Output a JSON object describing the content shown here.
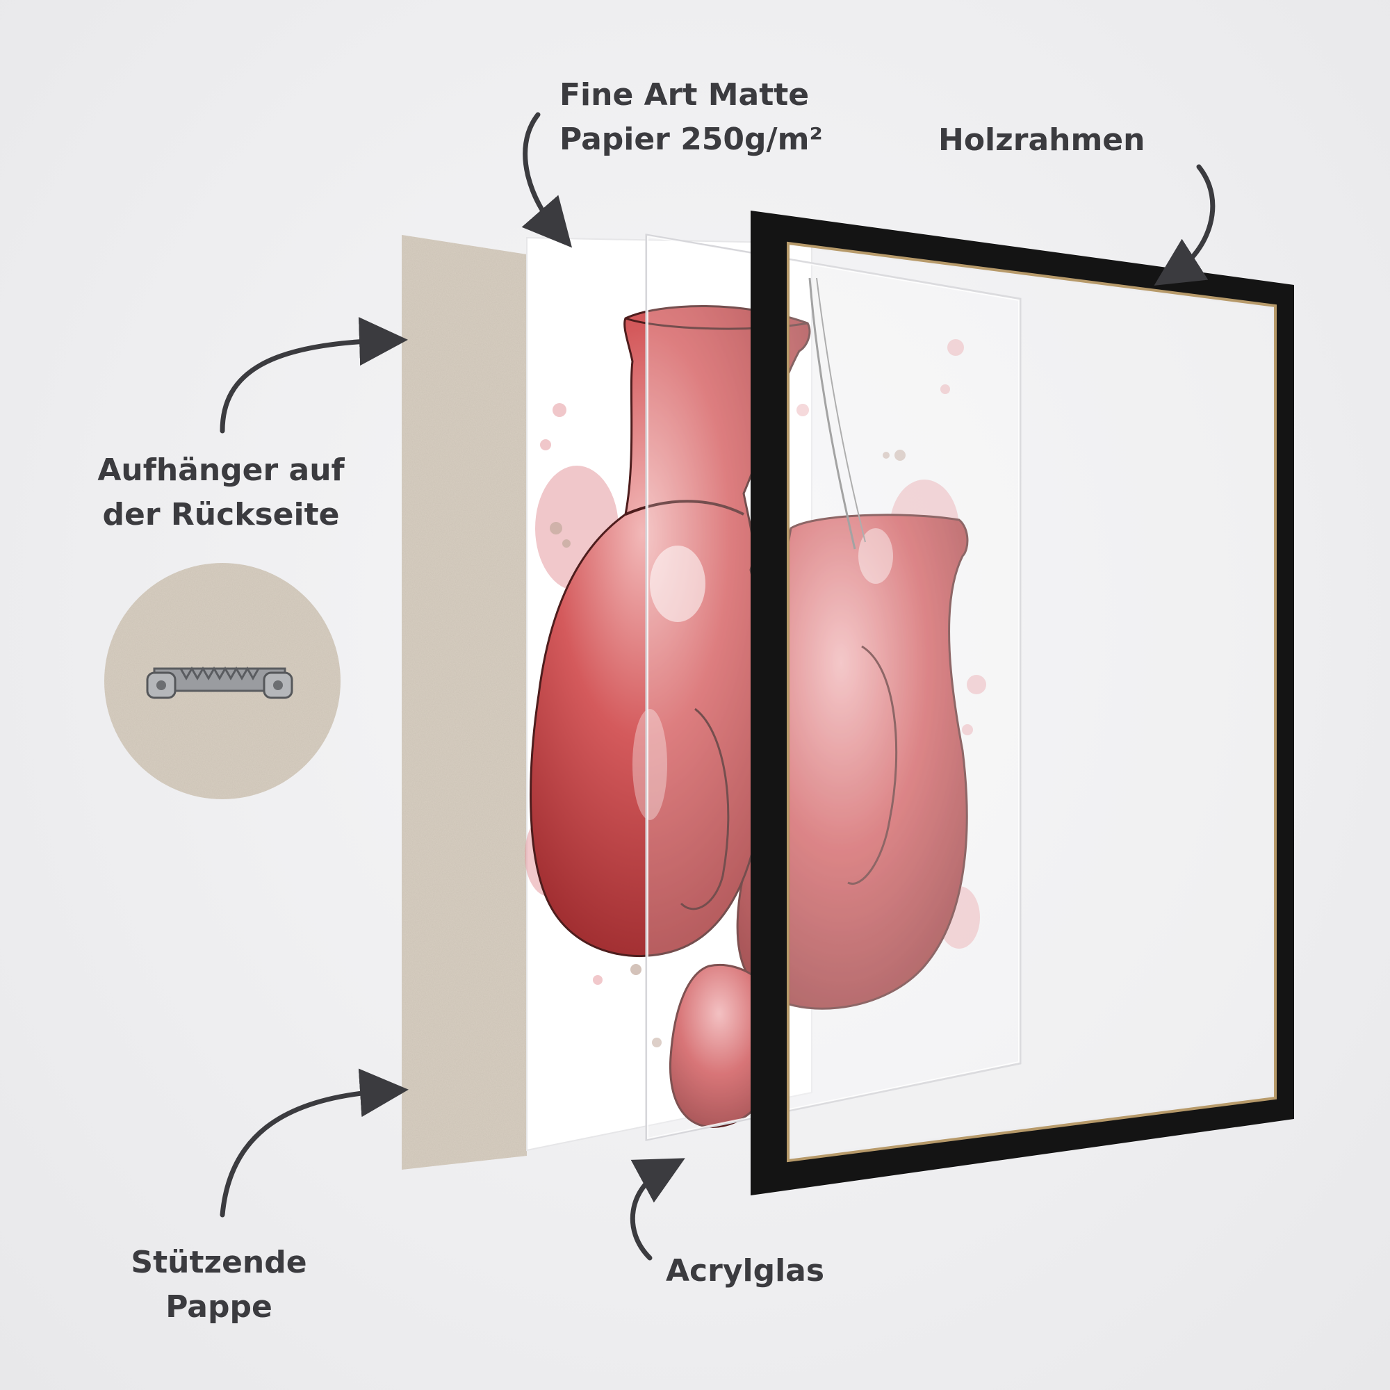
{
  "labels": {
    "paper": [
      "Fine Art Matte",
      "Papier 250g/m²"
    ],
    "frame": "Holzrahmen",
    "hanger": [
      "Aufhänger auf",
      "der Rückseite"
    ],
    "board": [
      "Stützende",
      "Pappe"
    ],
    "glass": "Acrylglas"
  },
  "colors": {
    "background": "#eeeef0",
    "cardboard": "#d9d0c4",
    "frame": "#141414",
    "glove_red": "#c8373d",
    "text": "#3b3b3f"
  },
  "icons": [
    "arrow-icon",
    "sawtooth-hanger-icon",
    "boxing-gloves-illustration"
  ]
}
